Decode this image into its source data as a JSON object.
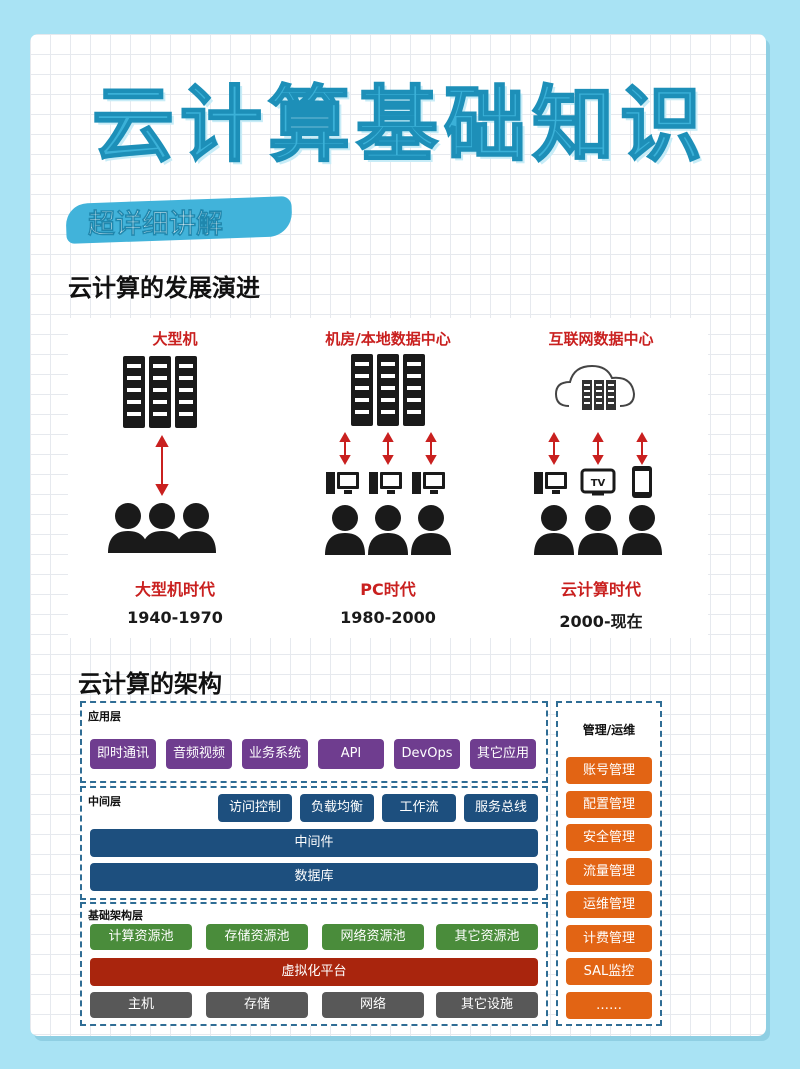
{
  "title": "云计算基础知识",
  "badge": "超详细讲解",
  "evolution": {
    "section_title": "云计算的发展演进",
    "columns": [
      {
        "head": "大型机",
        "era": "大型机时代",
        "years": "1940-1970"
      },
      {
        "head": "机房/本地数据中心",
        "era": "PC时代",
        "years": "1980-2000"
      },
      {
        "head": "互联网数据中心",
        "era": "云计算时代",
        "years": "2000-现在"
      }
    ],
    "tv_label": "TV"
  },
  "architecture": {
    "section_title": "云计算的架构",
    "app_layer": {
      "label": "应用层",
      "items": [
        "即时通讯",
        "音频视频",
        "业务系统",
        "API",
        "DevOps",
        "其它应用"
      ]
    },
    "middle_layer": {
      "label": "中间层",
      "items": [
        "访问控制",
        "负载均衡",
        "工作流",
        "服务总线"
      ],
      "bars": [
        "中间件",
        "数据库"
      ]
    },
    "infra_layer": {
      "label": "基础架构层",
      "pools": [
        "计算资源池",
        "存储资源池",
        "网络资源池",
        "其它资源池"
      ],
      "platform": "虚拟化平台",
      "hardware": [
        "主机",
        "存储",
        "网络",
        "其它设施"
      ]
    },
    "management": {
      "title": "管理/运维",
      "items": [
        "账号管理",
        "配置管理",
        "安全管理",
        "流量管理",
        "运维管理",
        "计费管理",
        "SAL监控",
        "……"
      ]
    }
  },
  "colors": {
    "title": "#3bb1d8",
    "accent_red": "#c9201f",
    "app_purple": "#6f3d8f",
    "middle_navy": "#1d4f7e",
    "infra_green": "#4a8c3b",
    "platform_red": "#a9250d",
    "hardware_gray": "#585858",
    "mgmt_orange": "#e26414"
  }
}
